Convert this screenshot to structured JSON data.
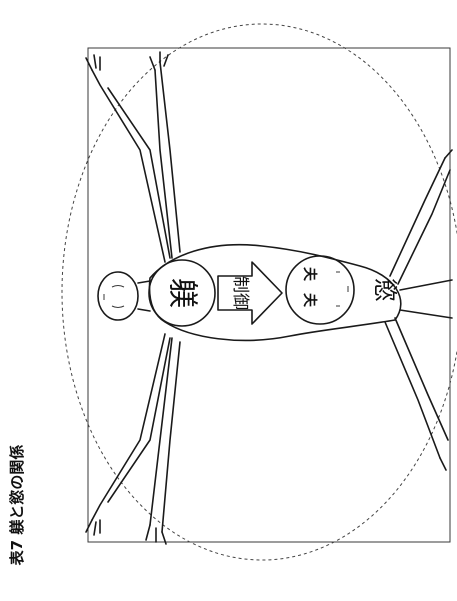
{
  "caption": "表7 躾と慾の関係",
  "labels": {
    "mind_char": "躾",
    "arrow_text": "制御",
    "lower_char_1": "夫",
    "lower_char_2": "夫",
    "desire_char": "慾"
  }
}
